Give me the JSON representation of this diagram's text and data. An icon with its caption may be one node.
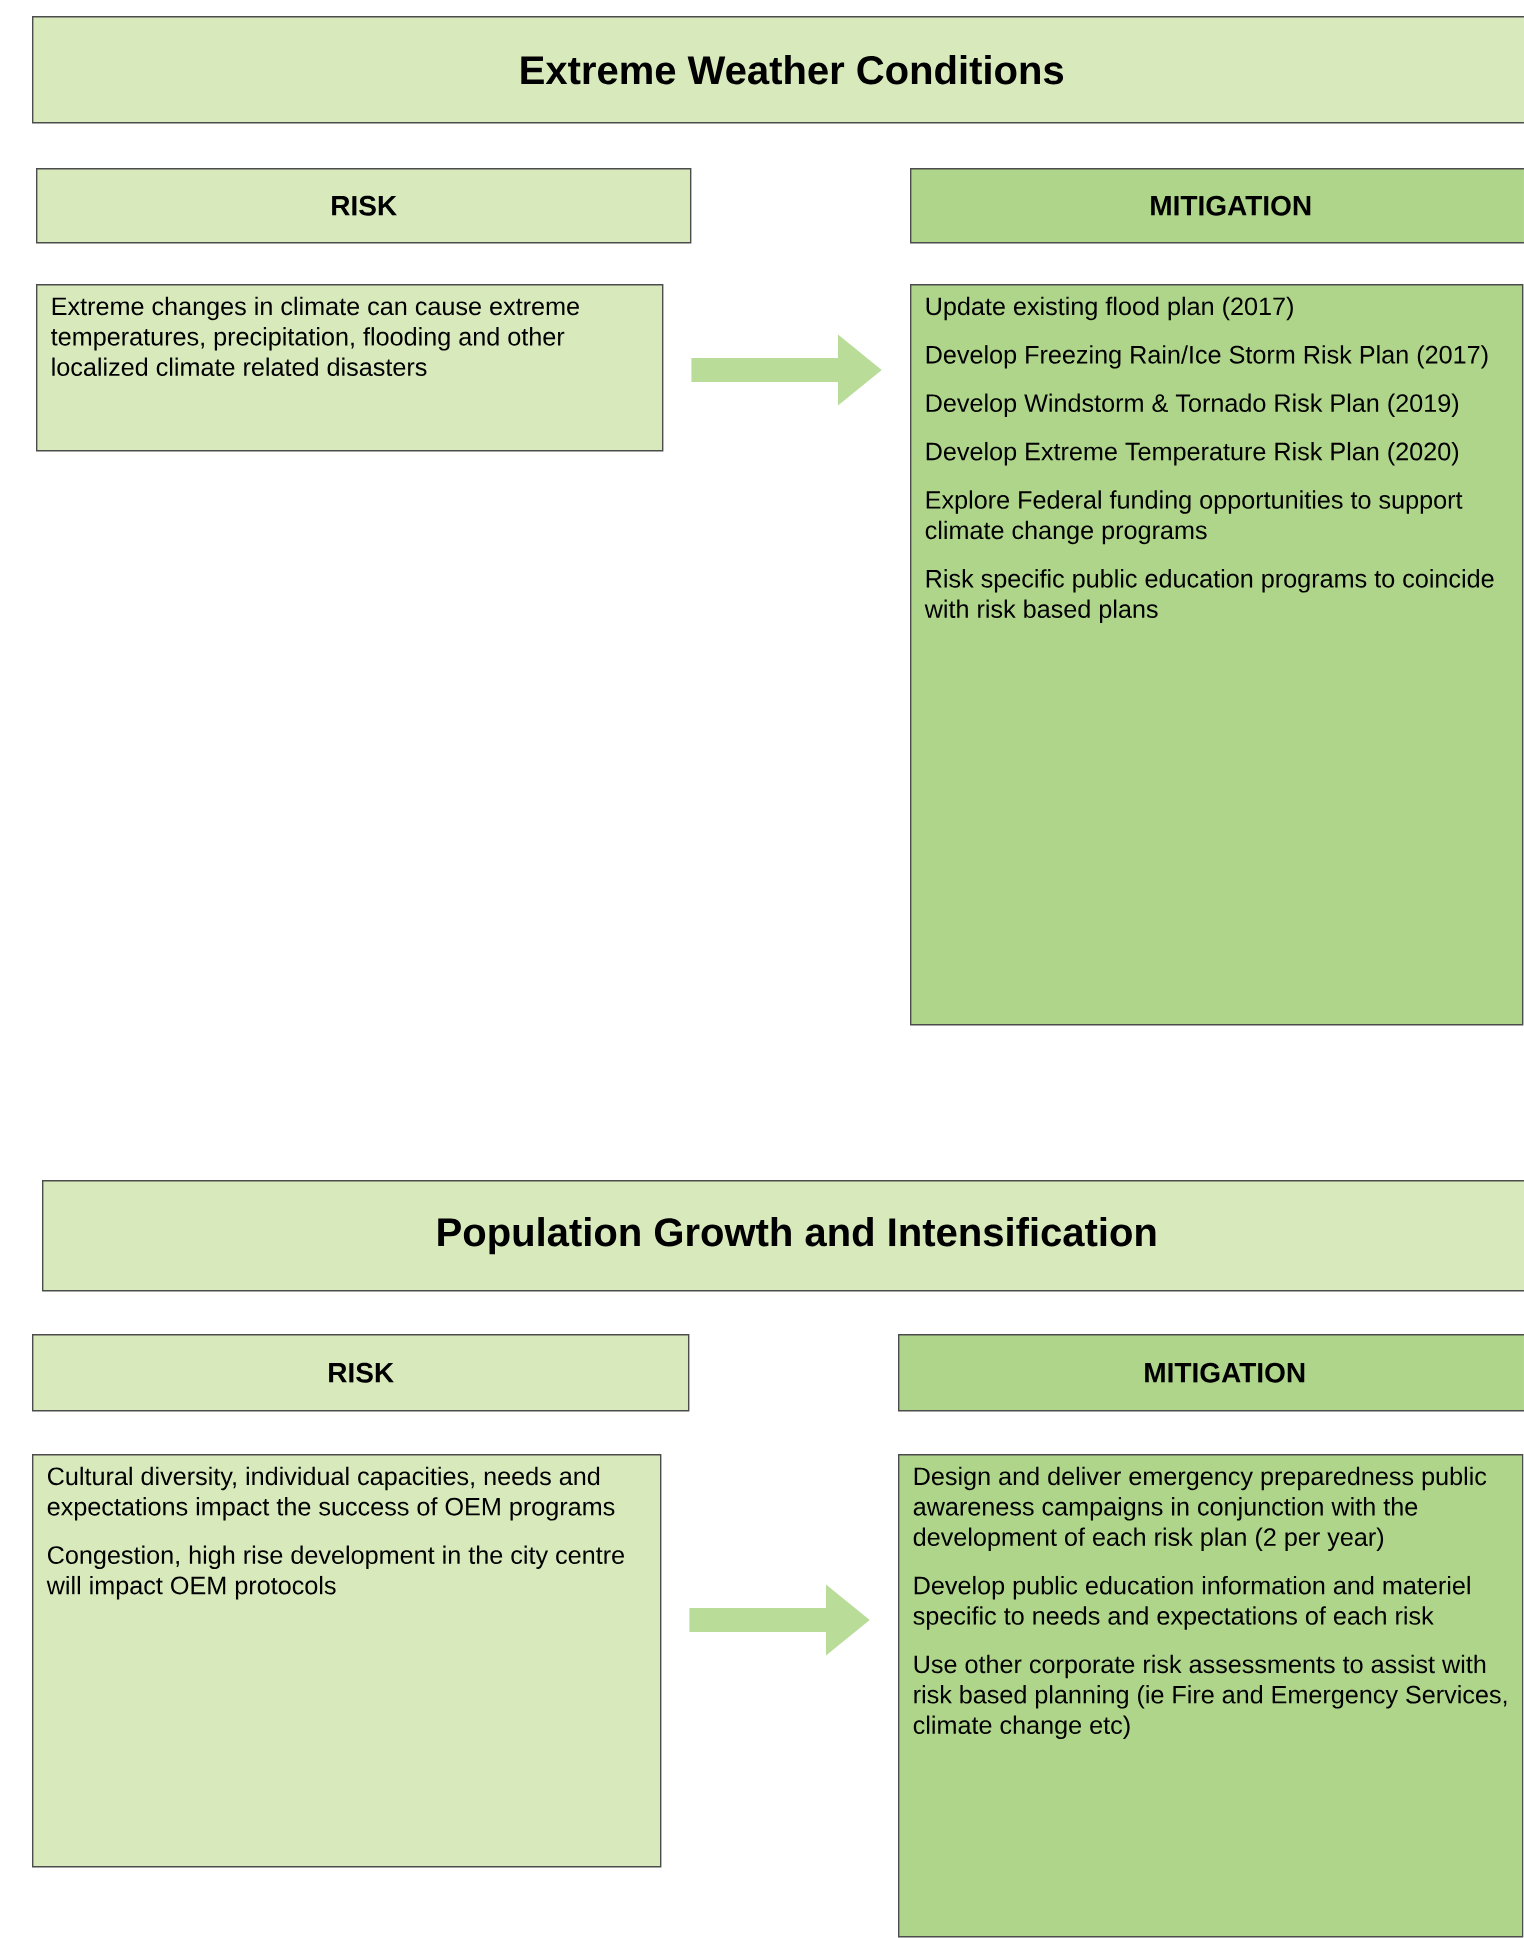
{
  "diagram": {
    "nodes": [
      {
        "text": [
          "Extreme Weather Conditions"
        ]
      },
      {
        "text": [
          "RISK"
        ]
      },
      {
        "text": [
          "MITIGATION"
        ]
      },
      {
        "text": [
          "Extreme changes in climate can cause extreme temperatures, precipitation, flooding and other localized climate related disasters"
        ]
      },
      {
        "text": [
          "Update existing flood plan (2017)",
          "Develop Freezing Rain/Ice Storm Risk Plan (2017)",
          "Develop Windstorm & Tornado Risk Plan (2019)",
          "Develop Extreme Temperature Risk Plan (2020)",
          "Explore Federal funding opportunities to support climate change programs",
          "Risk specific public education programs to coincide with risk based plans"
        ]
      },
      {
        "text": [
          "Population Growth and Intensification"
        ]
      },
      {
        "text": [
          "RISK"
        ]
      },
      {
        "text": [
          "MITIGATION"
        ]
      },
      {
        "text": [
          "Cultural diversity, individual capacities, needs and expectations impact the success of OEM programs",
          "Congestion, high rise development in the city centre will impact OEM protocols"
        ]
      },
      {
        "text": [
          "Design and deliver emergency preparedness public awareness campaigns in conjunction with the development of each risk plan (2 per year)",
          "Develop public education information and materiel specific to needs and expectations of each risk",
          "Use other corporate risk assessments to assist with risk based planning (ie Fire and Emergency Services, climate change etc)"
        ]
      }
    ],
    "edges": [
      {
        "from": 3,
        "to": 4,
        "arrow": "to"
      },
      {
        "from": 8,
        "to": 9,
        "arrow": "to"
      }
    ]
  }
}
